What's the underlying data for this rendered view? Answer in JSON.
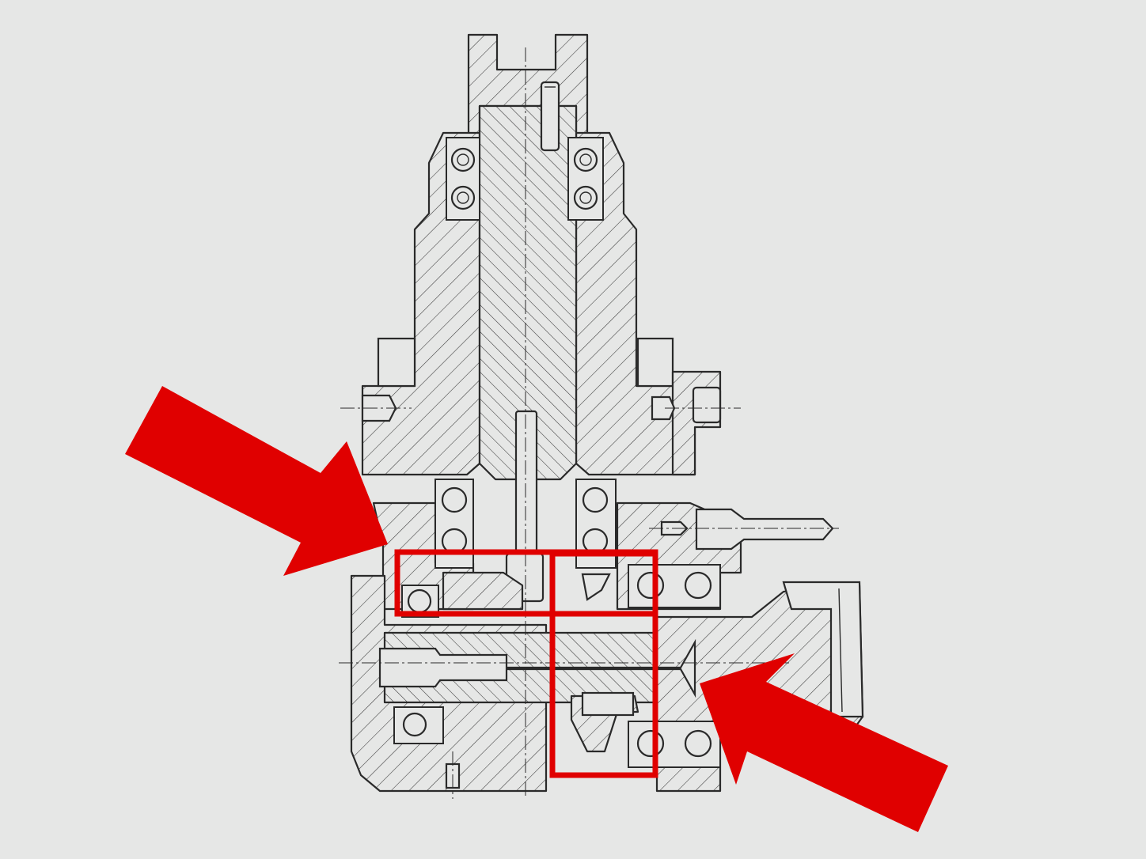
{
  "drawing": {
    "subject": "gearbox-cross-section",
    "background_color": "#e6e7e6",
    "line_color": "#2a2a2a"
  },
  "callouts": {
    "color": "#e00000",
    "arrows": [
      {
        "id": "upper-left",
        "points_to": "upper-highlight-box"
      },
      {
        "id": "lower-right",
        "points_to": "lower-highlight-box"
      }
    ],
    "boxes": [
      {
        "id": "upper-highlight-box"
      },
      {
        "id": "right-vertical-highlight-box"
      }
    ]
  }
}
